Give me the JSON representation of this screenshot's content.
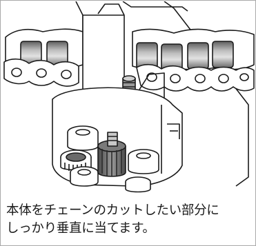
{
  "caption": {
    "line1": "本体をチェーンのカットしたい部分に",
    "line2": "しっかり垂直に当てます。"
  },
  "figure": {
    "subject": "chain-cutter-tool-on-roller-chain",
    "colors": {
      "outline": "#1a1a1a",
      "roller_fill": "#8a8a8a",
      "roller_highlight": "#d4d4d4",
      "knob_fill": "#6a6a6a",
      "body_fill": "#ffffff"
    }
  }
}
